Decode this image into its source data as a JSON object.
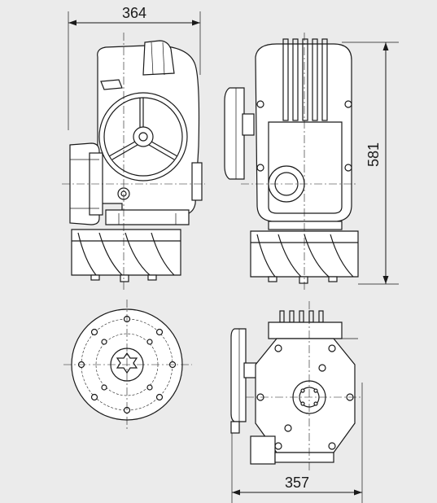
{
  "dimensions": {
    "width_top": "364",
    "height_right": "581",
    "width_bottom": "357"
  },
  "colors": {
    "background": "#ebebeb",
    "line": "#1a1a1a",
    "fill": "#ffffff"
  }
}
